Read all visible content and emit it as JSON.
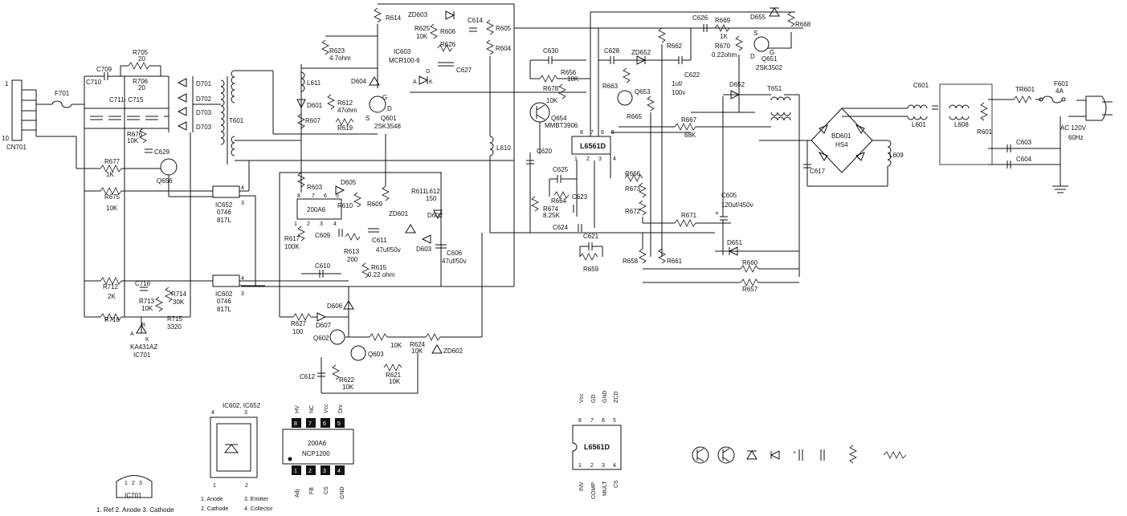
{
  "input": {
    "fuse": "F601",
    "fuse_rating": "4A",
    "ac_label": "AC 120V",
    "ac_freq": "60Hz",
    "thermistor": "TR601"
  },
  "output_connector": {
    "name": "CN701",
    "pin_top": "1",
    "pin_bottom": "10"
  },
  "labels": {
    "F701": "F701",
    "C709": "C709",
    "C710": "C710",
    "R705": "R705",
    "R705v": "20",
    "R706": "R706",
    "R706v": "20",
    "C711_715": "C711- C715",
    "D701": "D701",
    "D702": "D702",
    "D703a": "D703",
    "D703b": "D703",
    "T601": "T601",
    "R676": "R676",
    "R676v": "10K",
    "C629": "C629",
    "R677": "R677",
    "R677v": "1K",
    "Q656": "Q656",
    "R675": "R675",
    "R675v": "10K",
    "IC652": "IC652",
    "IC652a": "0746",
    "IC652b": "817L",
    "IC602": "IC602",
    "IC602a": "0746",
    "IC602b": "817L",
    "R712": "R712",
    "R712v": "2K",
    "C716": "C716",
    "R713": "R713",
    "R713v": "10K",
    "R714": "R714",
    "R714v": "30K",
    "R716": "R716",
    "R715": "R715",
    "R715v": "3320",
    "IC701a": "KA431AZ",
    "IC701b": "IC701",
    "R623": "R623",
    "R623v": "4.7ohm",
    "L611": "L611",
    "D601": "D601",
    "R612": "R612",
    "R612v": "47ohm",
    "R607": "R607",
    "R619": "R619",
    "R614": "R614",
    "ZD603": "ZD603",
    "C614": "C614",
    "R625": "R625",
    "R625v": "10K",
    "R606": "R606",
    "R626": "R626",
    "IC603": "IC603",
    "IC603v": "MCR100-6",
    "C627": "C627",
    "D604": "D604",
    "Q601": "Q601",
    "Q601v": "2SK3548",
    "R605": "R605",
    "R604": "R604",
    "L610": "L610",
    "R603": "R603",
    "D605": "D605",
    "IC200A6": "200A6",
    "R610": "R610",
    "R609": "R609",
    "ZD601": "ZD601",
    "R611": "R611",
    "R611v": "150",
    "L612": "L612",
    "D602": "D602",
    "R617": "R617",
    "R617v": "100K",
    "C609": "C609",
    "C611": "C611",
    "C611v": "47uf/50v",
    "D603": "D603",
    "C606": "C606",
    "C606v": "47uf/50v",
    "R613": "R613",
    "R613v": "200",
    "R615": "R615",
    "R615v": "0.22 ohm",
    "C610": "C610",
    "D606": "D606",
    "R627": "R627",
    "R627v": "100",
    "D607": "D607",
    "Q602": "Q602",
    "Q603": "Q603",
    "R624": "R624",
    "R624v": "10K",
    "ZD602": "ZD602",
    "C612": "C612",
    "R622": "R622",
    "R622v": "10K",
    "R621": "R621",
    "R621v": "10K",
    "C630": "C630",
    "R656": "R656",
    "R656v": "10K",
    "R678": "R678",
    "R678v": "10K",
    "Q654": "Q654",
    "Q654v": "MMBT3906",
    "C628": "C628",
    "ZD652": "ZD652",
    "R663": "R663",
    "Q653": "Q653",
    "R665": "R665",
    "C626": "C626",
    "R669": "R669",
    "R669v": "1K",
    "D655": "D655",
    "R668": "R668",
    "R662": "R662",
    "R670": "R670",
    "R670v": "0.22ohm",
    "Q651": "Q651",
    "Q651v": "2SK3502",
    "C622": "C622",
    "C622v": "1uf/",
    "C622w": "100v",
    "D652": "D652",
    "T651": "T651",
    "R667": "R667",
    "R667v": "68K",
    "L6561D": "L6561D",
    "C620": "C620",
    "C625": "C625",
    "R664": "R664",
    "C623": "C623",
    "R674": "R674",
    "R674v": "8.25K",
    "C624": "C624",
    "R666": "R666",
    "R673": "R673",
    "R672": "R672",
    "R671": "R671",
    "C605": "C605",
    "C605v": "120uf/450v",
    "D651": "D651",
    "C621": "C621",
    "R659": "R659",
    "R658": "R658",
    "R661": "R661",
    "R660": "R660",
    "R657": "R657",
    "C601": "C601",
    "L601": "L601",
    "L608": "L608",
    "R601": "R601",
    "BD601": "BD601",
    "BD601v": "HS4",
    "C617": "C617",
    "L609": "L609",
    "C603": "C603",
    "C604": "C604"
  },
  "legend": {
    "ic701_pins": "1. Ref  2. Anode  3. Cathode",
    "ic701_label": "IC701",
    "opto_title": "IC602, IC652",
    "opto_pin1": "1. Anode",
    "opto_pin2": "2. Cathode",
    "opto_pin3": "3. Emitter",
    "opto_pin4": "4. Collector",
    "ncp_name": "200A6",
    "ncp_part": "NCP1200",
    "ncp_top": [
      "HV",
      "NC",
      "Vcc",
      "Drv"
    ],
    "ncp_bottom": [
      "Adj",
      "FB",
      "CS",
      "GND"
    ],
    "l6561_name": "L6561D",
    "l6561_top": [
      "Vcc",
      "GD",
      "GND",
      "ZCD"
    ],
    "l6561_bottom": [
      "INV",
      "COMP",
      "MULT",
      "CS"
    ]
  }
}
